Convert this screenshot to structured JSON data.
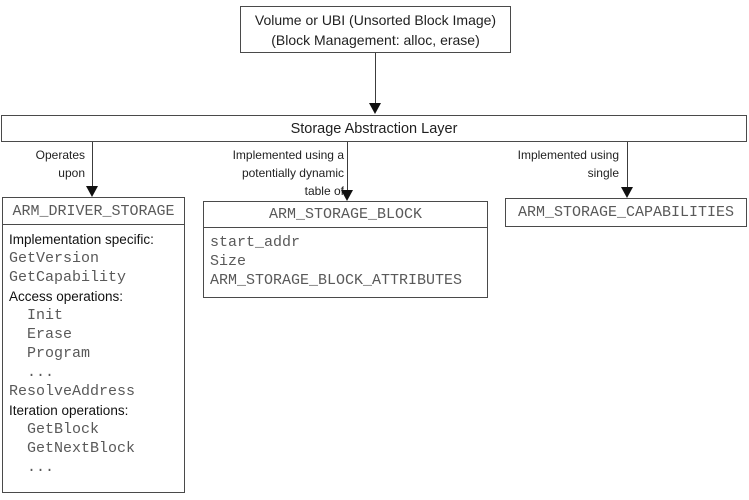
{
  "diagram": {
    "top_box": {
      "line1": "Volume or UBI (Unsorted Block Image)",
      "line2": "(Block Management: alloc, erase)"
    },
    "sal": {
      "title": "Storage Abstraction Layer"
    },
    "edge_labels": {
      "left": [
        "Operates",
        "upon"
      ],
      "middle": [
        "Implemented using a",
        "potentially dynamic",
        "table of"
      ],
      "right": [
        "Implemented using",
        "single"
      ]
    },
    "driver_box": {
      "title": "ARM_DRIVER_STORAGE",
      "items": [
        "Implementation specific:",
        "GetVersion",
        "GetCapability",
        "Access operations:",
        "Init",
        "Erase",
        "Program",
        "...",
        "ResolveAddress",
        "Iteration operations:",
        "GetBlock",
        "GetNextBlock",
        "..."
      ]
    },
    "block_box": {
      "title": "ARM_STORAGE_BLOCK",
      "items": [
        "start_addr",
        "Size",
        "ARM_STORAGE_BLOCK_ATTRIBUTES"
      ]
    },
    "caps_box": {
      "title": "ARM_STORAGE_CAPABILITIES"
    },
    "colors": {
      "border": "#4a4a4a",
      "mono_text": "#595959",
      "label_text": "#1f1f1f",
      "arrow": "#101010",
      "background": "#ffffff"
    }
  }
}
